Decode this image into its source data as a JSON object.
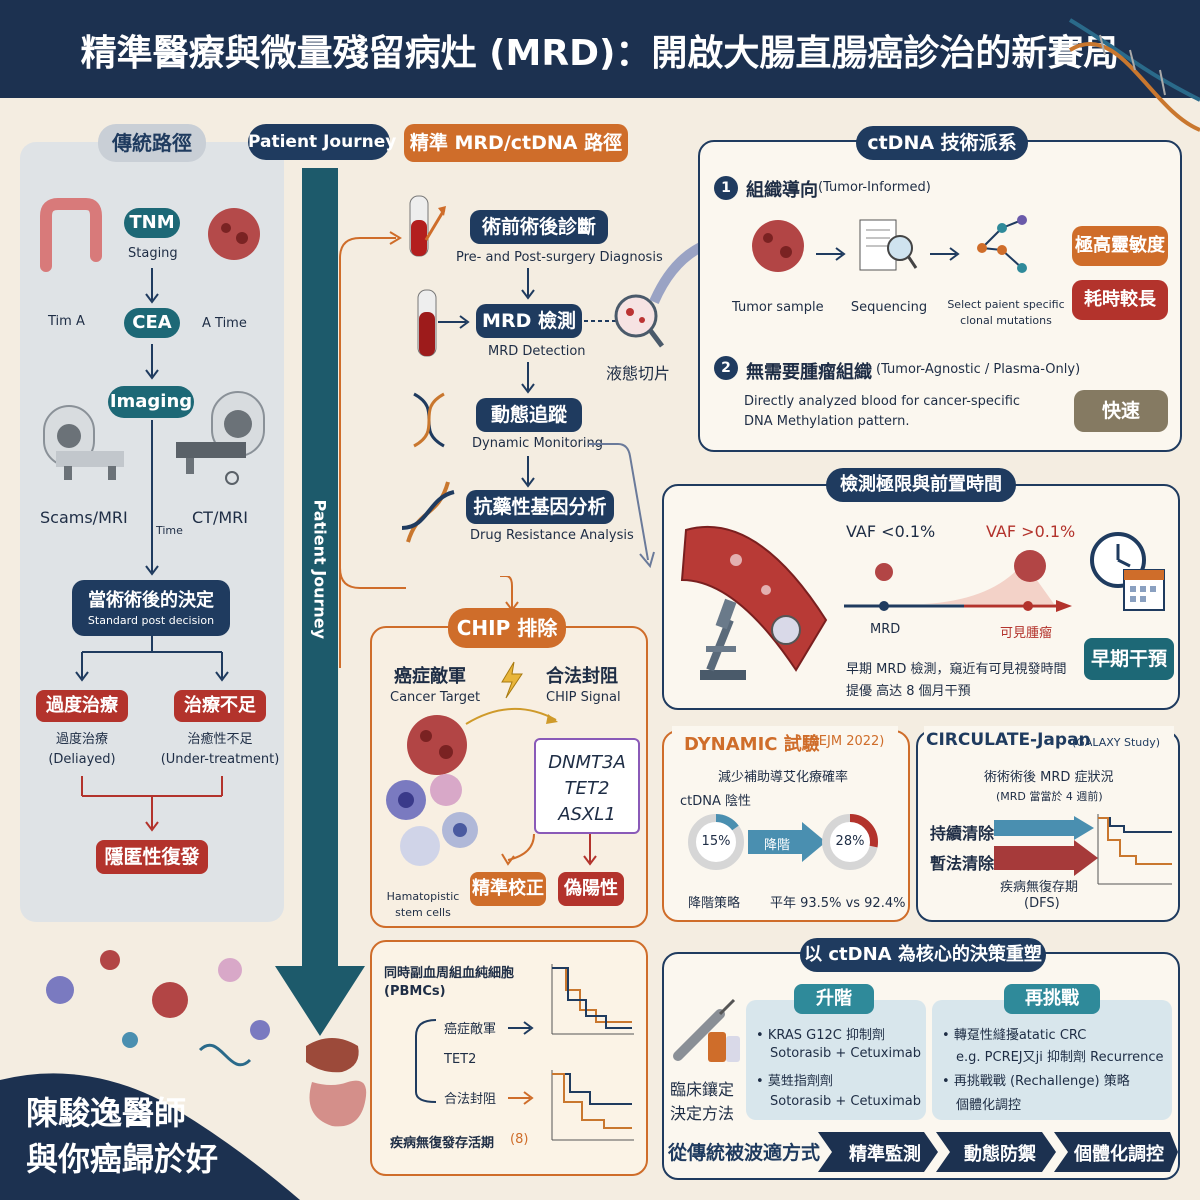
{
  "title": "精準醫療與微量殘留病灶 (MRD)：開啟大腸直腸癌診治的新賽局",
  "traditional": {
    "header": "傳統路徑",
    "tnm": "TNM",
    "staging": "Staging",
    "cea": "CEA",
    "time_left": "Tim A",
    "time_right": "A Time",
    "imaging": "Imaging",
    "scans": "Scams/MRI",
    "ctmri": "CT/MRI",
    "time_mid": "Time",
    "decision": "當術術後的決定",
    "decision_sub": "Standard post decision",
    "over": "過度治療",
    "over_sub1": "過度治療",
    "over_sub2": "(Deliayed)",
    "under": "治療不足",
    "under_sub1": "治癒性不足",
    "under_sub2": "(Under-treatment)",
    "relapse": "隱匿性復發"
  },
  "journey": {
    "label": "Patient Journey",
    "vertical": "Patient Journey"
  },
  "precision": {
    "header": "精準 MRD/ctDNA 路徑",
    "s1": "術前術後診斷",
    "s1_sub": "Pre- and Post-surgery Diagnosis",
    "s2": "MRD 檢測",
    "s2_sub": "MRD Detection",
    "biopsy": "液態切片",
    "s3": "動態追蹤",
    "s3_sub": "Dynamic Monitoring",
    "s4": "抗藥性基因分析",
    "s4_sub": "Drug Resistance Analysis"
  },
  "tech": {
    "header": "ctDNA 技術派系",
    "num1": "1",
    "t1": "組織導向",
    "t1_en": "(Tumor-Informed)",
    "tumor": "Tumor sample",
    "seq": "Sequencing",
    "select1": "Select paient specific",
    "select2": "clonal mutations",
    "b1": "極高靈敏度",
    "b2": "耗時較長",
    "num2": "2",
    "t2": "無需要腫瘤組織",
    "t2_en": "(Tumor-Agnostic / Plasma-Only)",
    "desc1": "Directly analyzed blood for cancer-specific",
    "desc2": "DNA Methylation pattern.",
    "b3": "快速"
  },
  "lod": {
    "header": "檢測極限與前置時間",
    "vaf_low": "VAF <0.1%",
    "vaf_high": "VAF >0.1%",
    "mrd": "MRD",
    "visible": "可見腫瘤",
    "note1": "早期 MRD 檢測，窺近有可見視發時間",
    "note2": "提優 高达 8 個月干預",
    "early": "早期干預"
  },
  "chip": {
    "header": "CHIP 排除",
    "target": "癌症敵軍",
    "target_en": "Cancer Target",
    "legal": "合法封阻",
    "legal_en": "CHIP Signal",
    "genes": [
      "DNMT3A",
      "TET2",
      "ASXL1"
    ],
    "hema1": "Hamatopistic",
    "hema2": "stem cells",
    "precise": "精準校正",
    "false_pos": "偽陽性",
    "pbmc1": "同時副血周組血純細胞",
    "pbmc2": "(PBMCs)",
    "l1": "癌症敵軍",
    "l2": "TET2",
    "l3": "合法封阻",
    "dfs": "疾病無復發存活期",
    "dfs_icon": "(8)"
  },
  "dynamic": {
    "header": "DYNAMIC 試驗",
    "header_en": "(NEJM 2022)",
    "line1": "減少補助導艾化療確率",
    "line2": "ctDNA 陰性",
    "p1": "15%",
    "arrow": "降階",
    "p2": "28%",
    "strategy": "降階策略",
    "result": "平年 93.5% vs 92.4%",
    "pie": {
      "p1": 0.15,
      "p2": 0.28
    }
  },
  "circulate": {
    "header": "CIRCULATE-Japan",
    "header_en": "(GALAXY Study)",
    "line1": "術術術後 MRD 症狀況",
    "line2": "(MRD 當當於 4 週前)",
    "clear": "持續清除",
    "noclear": "暫法清除",
    "dfs": "疾病無復存期",
    "dfs2": "(DFS)"
  },
  "decision": {
    "header": "以 ctDNA 為核心的決策重塑",
    "left1": "臨床鑲定",
    "left2": "決定方法",
    "up": "升階",
    "up_b1": "KRAS G12C 抑制劑",
    "up_b1s": "Sotorasib + Cetuximab",
    "up_b2": "莫甡指劑劑",
    "up_b2s": "Sotorasib + Cetuximab",
    "re": "再挑戰",
    "re_b1": "轉趸性縫擾atatic CRC",
    "re_b1s": "e.g. PCREJ又ji 抑制劑 Recurrence",
    "re_b2": "再挑戰戰 (Rechallenge) 策略",
    "re_b2s": "個體化調控",
    "flow": [
      "從傳統被波適方式",
      "精準監測",
      "動態防禦",
      "個體化調控"
    ]
  },
  "author": {
    "line1": "陳駿逸醫師",
    "line2": "與你癌歸於好"
  },
  "colors": {
    "navy": "#1f3b5f",
    "teal": "#1d6876",
    "orange": "#cf6d2a",
    "red": "#b3332c",
    "cream": "#f4ede1"
  }
}
